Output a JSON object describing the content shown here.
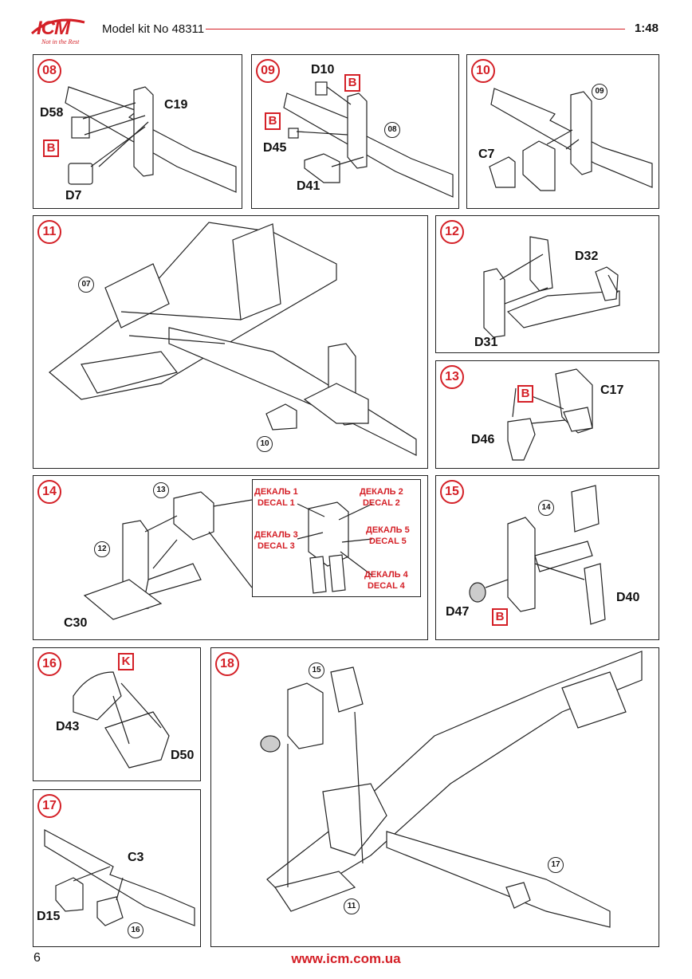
{
  "header": {
    "logo": "ICM",
    "logo_tagline": "Not in the Rest",
    "title": "Model kit No 48311",
    "scale": "1:48"
  },
  "steps": {
    "s08": {
      "number": "08",
      "parts": [
        "D58",
        "C19",
        "D7"
      ],
      "tag": "B"
    },
    "s09": {
      "number": "09",
      "parts": [
        "D10",
        "D45",
        "D41"
      ],
      "tags": [
        "B",
        "B"
      ],
      "ref": "08"
    },
    "s10": {
      "number": "10",
      "parts": [
        "C7"
      ],
      "ref": "09"
    },
    "s11": {
      "number": "11",
      "refs": [
        "07",
        "10"
      ]
    },
    "s12": {
      "number": "12",
      "parts": [
        "D32",
        "D31"
      ]
    },
    "s13": {
      "number": "13",
      "parts": [
        "C17",
        "D46"
      ],
      "tag": "B"
    },
    "s14": {
      "number": "14",
      "parts": [
        "C30"
      ],
      "refs": [
        "13",
        "12"
      ],
      "decals": [
        "ДЕКАЛЬ 1",
        "DECAL 1",
        "ДЕКАЛЬ 2",
        "DECAL 2",
        "ДЕКАЛЬ 3",
        "DECAL 3",
        "ДЕКАЛЬ 5",
        "DECAL 5",
        "ДЕКАЛЬ 4",
        "DECAL 4"
      ]
    },
    "s15": {
      "number": "15",
      "parts": [
        "D40",
        "D47"
      ],
      "tag": "B",
      "ref": "14"
    },
    "s16": {
      "number": "16",
      "parts": [
        "D43",
        "D50"
      ],
      "tag": "K"
    },
    "s17": {
      "number": "17",
      "parts": [
        "C3",
        "D15"
      ],
      "ref": "16"
    },
    "s18": {
      "number": "18",
      "refs": [
        "15",
        "11",
        "17"
      ]
    }
  },
  "footer": {
    "page": "6",
    "url": "www.icm.com.ua"
  },
  "colors": {
    "accent": "#d42027"
  }
}
